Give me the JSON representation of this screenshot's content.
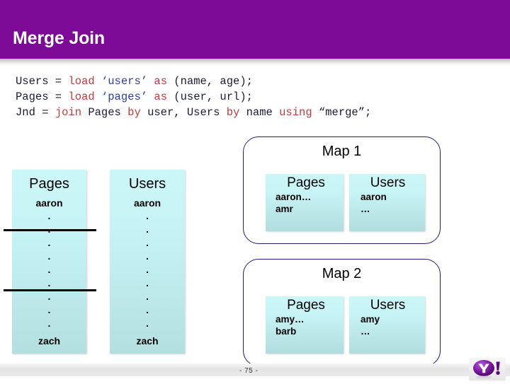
{
  "slide": {
    "title": "Merge Join",
    "page_number": "- 75 -",
    "brand": "Yahoo!",
    "header_color": "#7d0a96",
    "accent_border_color": "#1e1e78",
    "box_color": "#ccf7f9"
  },
  "code": {
    "lines": [
      [
        {
          "t": "Users = ",
          "c": "pln"
        },
        {
          "t": "load",
          "c": "kw"
        },
        {
          "t": " ",
          "c": "pln"
        },
        {
          "t": "‘users’",
          "c": "str"
        },
        {
          "t": " ",
          "c": "pln"
        },
        {
          "t": "as",
          "c": "kw"
        },
        {
          "t": " (name, age);",
          "c": "pln"
        }
      ],
      [
        {
          "t": "Pages = ",
          "c": "pln"
        },
        {
          "t": "load",
          "c": "kw"
        },
        {
          "t": " ",
          "c": "pln"
        },
        {
          "t": "‘pages’",
          "c": "str"
        },
        {
          "t": " ",
          "c": "pln"
        },
        {
          "t": "as",
          "c": "kw"
        },
        {
          "t": " (user, url);",
          "c": "pln"
        }
      ],
      [
        {
          "t": "Jnd = ",
          "c": "pln"
        },
        {
          "t": "join",
          "c": "kw"
        },
        {
          "t": " Pages ",
          "c": "pln"
        },
        {
          "t": "by",
          "c": "kw"
        },
        {
          "t": " user, Users ",
          "c": "pln"
        },
        {
          "t": "by",
          "c": "kw"
        },
        {
          "t": " name ",
          "c": "pln"
        },
        {
          "t": "using",
          "c": "kw"
        },
        {
          "t": " “merge”;",
          "c": "pln"
        }
      ]
    ]
  },
  "columns": {
    "pages": {
      "title": "Pages",
      "first": "aaron",
      "last": "zach",
      "dots": [
        ".",
        ".",
        ".",
        ".",
        ".",
        ".",
        ".",
        ".",
        "."
      ]
    },
    "users": {
      "title": "Users",
      "first": "aaron",
      "last": "zach",
      "dots": [
        ".",
        ".",
        ".",
        ".",
        ".",
        ".",
        ".",
        ".",
        "."
      ]
    }
  },
  "maps": [
    {
      "label": "Map 1",
      "pages": {
        "title": "Pages",
        "rows": [
          "aaron…",
          "amr"
        ]
      },
      "users": {
        "title": "Users",
        "rows": [
          "aaron",
          "…"
        ]
      }
    },
    {
      "label": "Map 2",
      "pages": {
        "title": "Pages",
        "rows": [
          "amy…",
          "barb"
        ]
      },
      "users": {
        "title": "Users",
        "rows": [
          "amy",
          "…"
        ]
      }
    }
  ]
}
